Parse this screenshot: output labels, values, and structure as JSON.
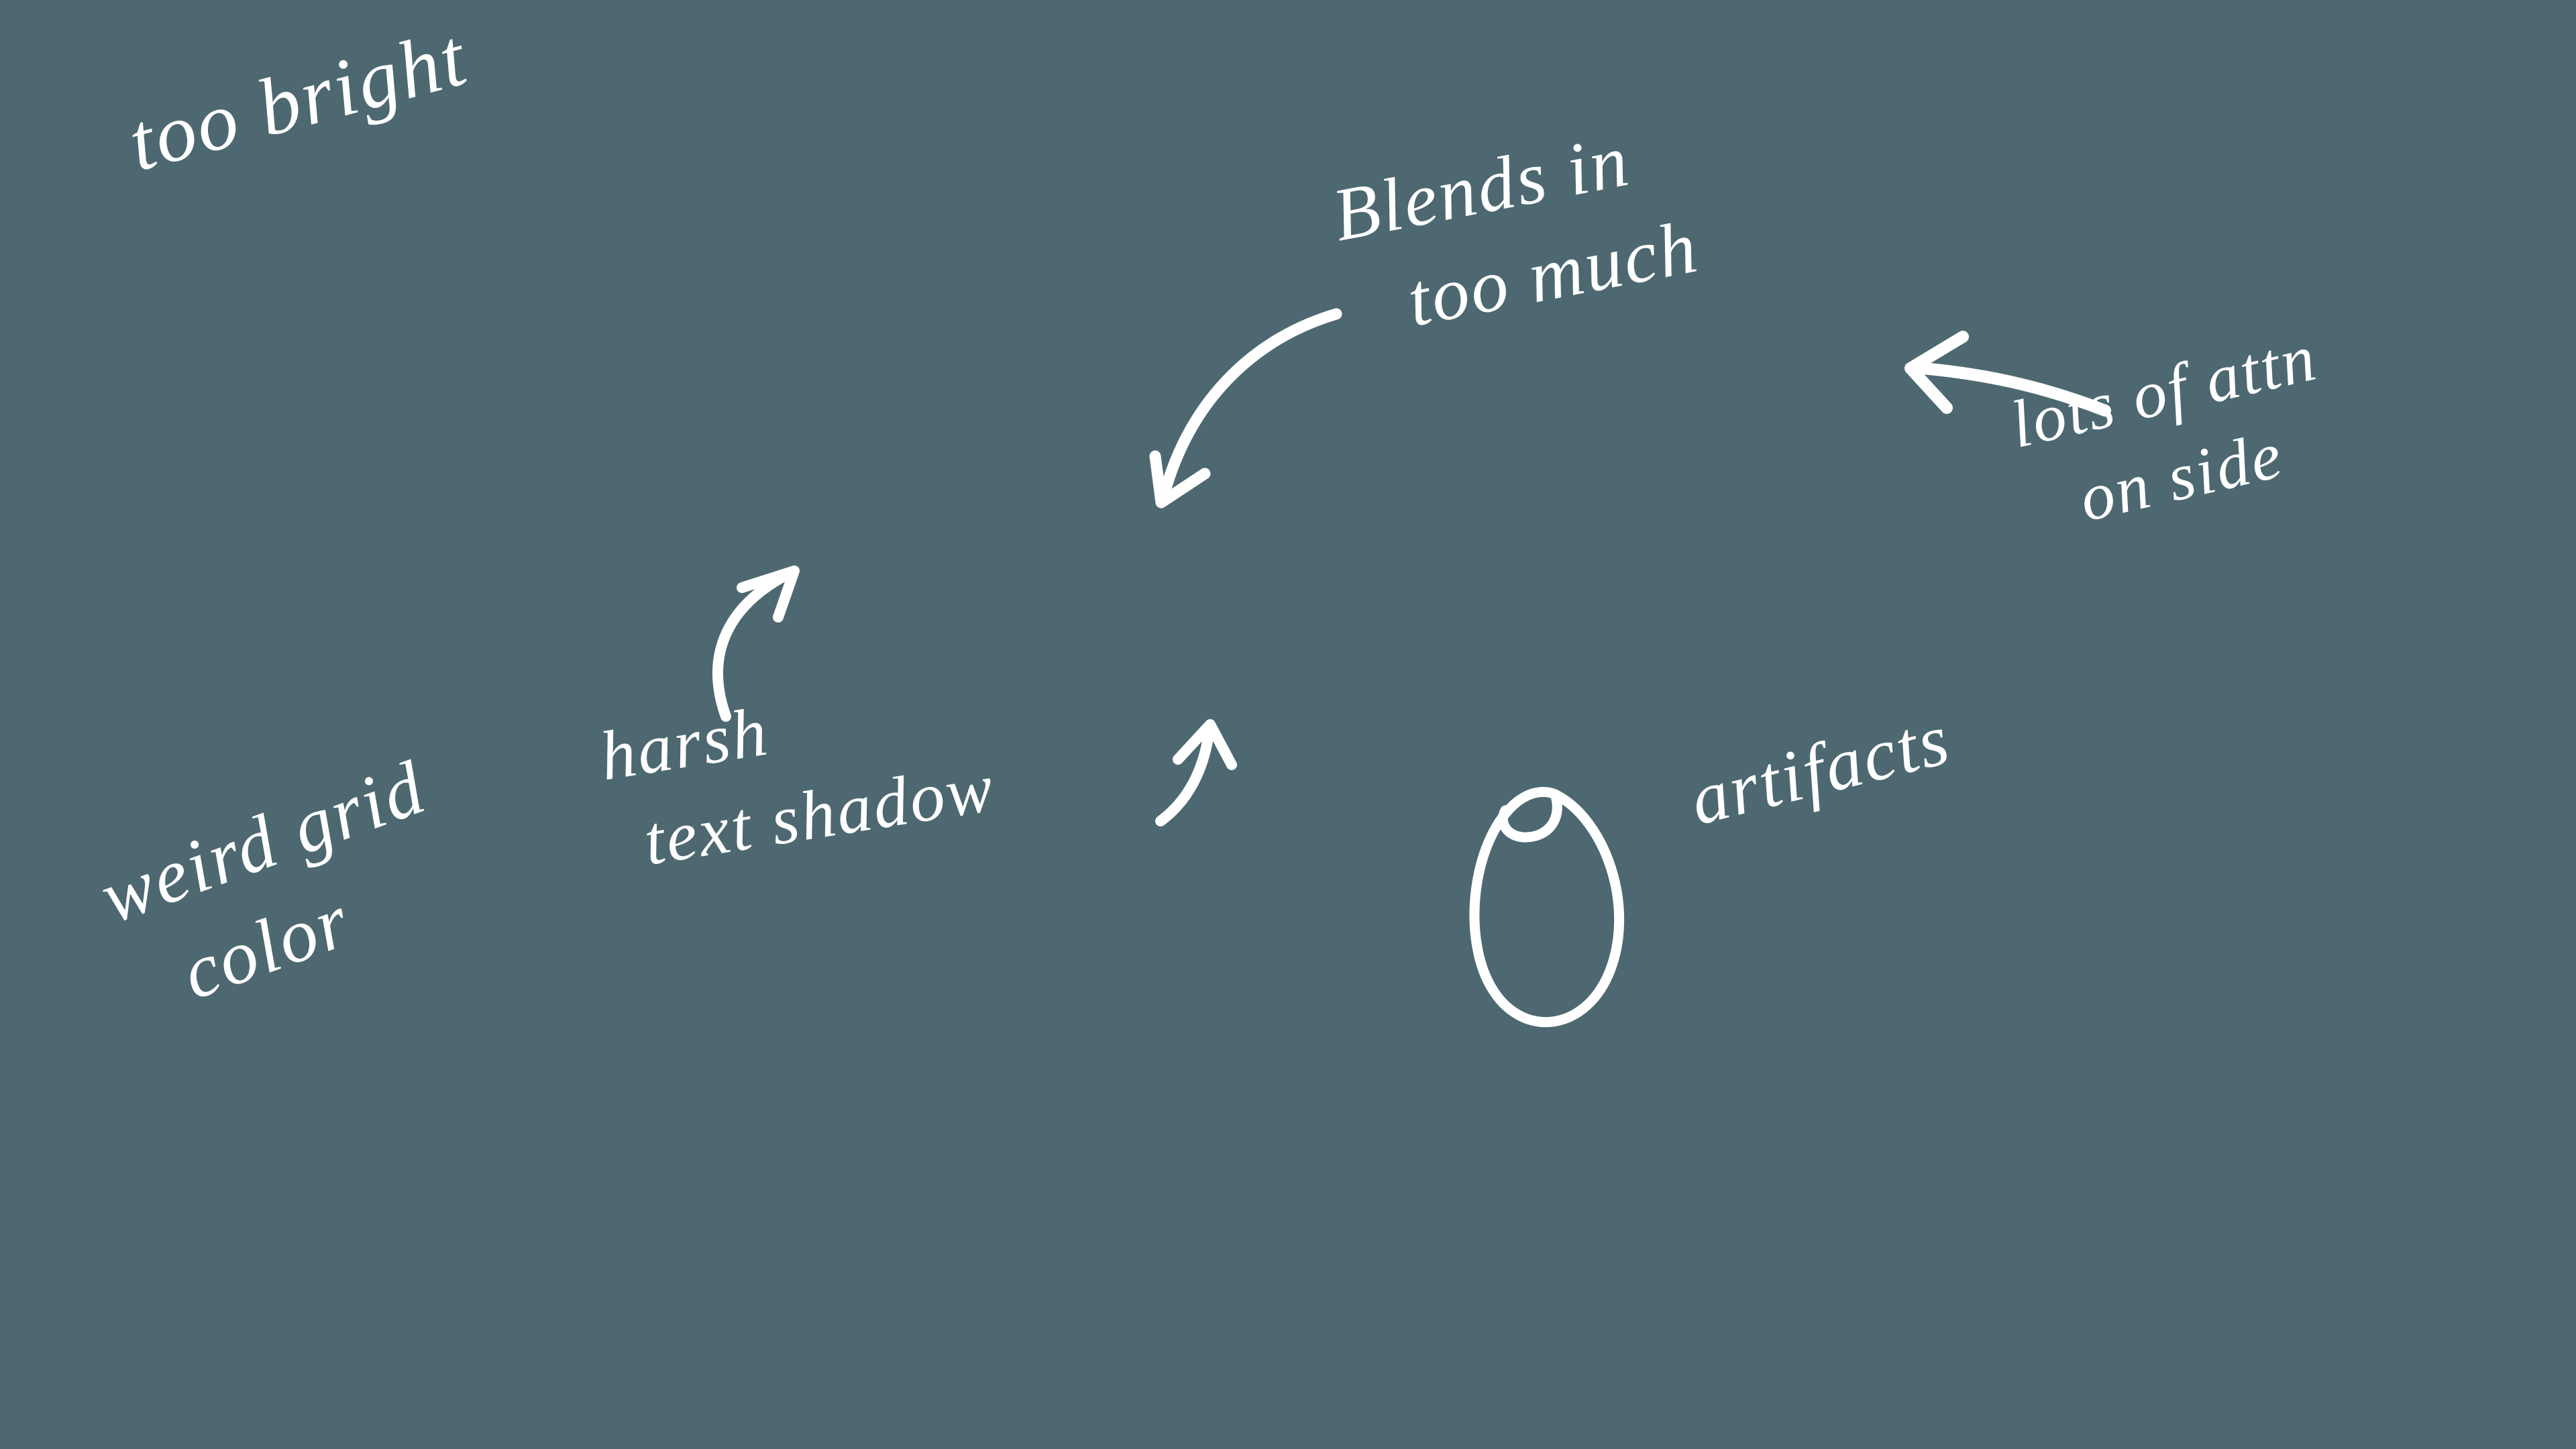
{
  "canvas": {
    "background_color": "#4d6871",
    "ink_color": "#ffffff"
  },
  "annotations": {
    "too_bright": {
      "text": "too bright"
    },
    "blends_in": {
      "line1": "Blends in",
      "line2": "too much"
    },
    "attn_side": {
      "line1": "lots of attn",
      "line2": "on side"
    },
    "harsh_shadow": {
      "line1": "harsh",
      "line2": "text shadow"
    },
    "weird_grid": {
      "line1": "weird grid",
      "line2": "color"
    },
    "artifacts": {
      "text": "artifacts"
    }
  }
}
